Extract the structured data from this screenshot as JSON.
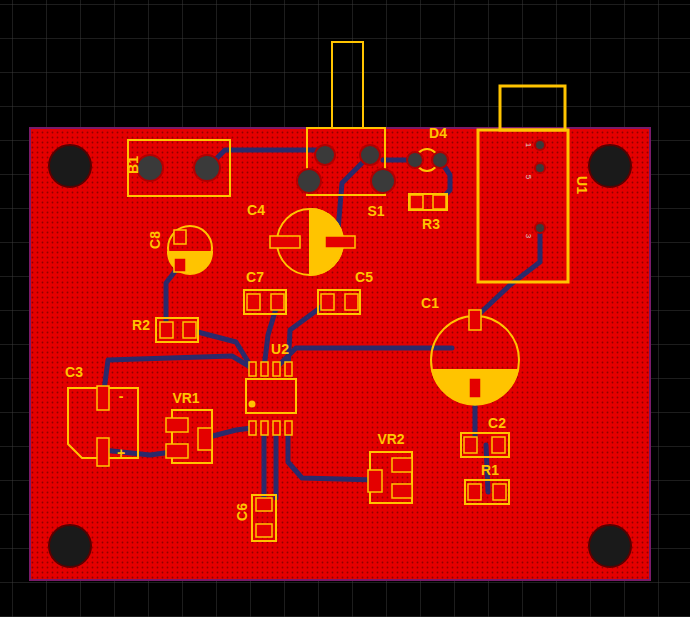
{
  "diagram": {
    "labels": [
      "B1",
      "S1",
      "D4",
      "R3",
      "U1",
      "1",
      "5",
      "3",
      "C4",
      "C8",
      "C7",
      "C5",
      "R2",
      "C1",
      "U2",
      "C3",
      "-",
      "+",
      "VR1",
      "C2",
      "R1",
      "VR2",
      "C6"
    ]
  }
}
